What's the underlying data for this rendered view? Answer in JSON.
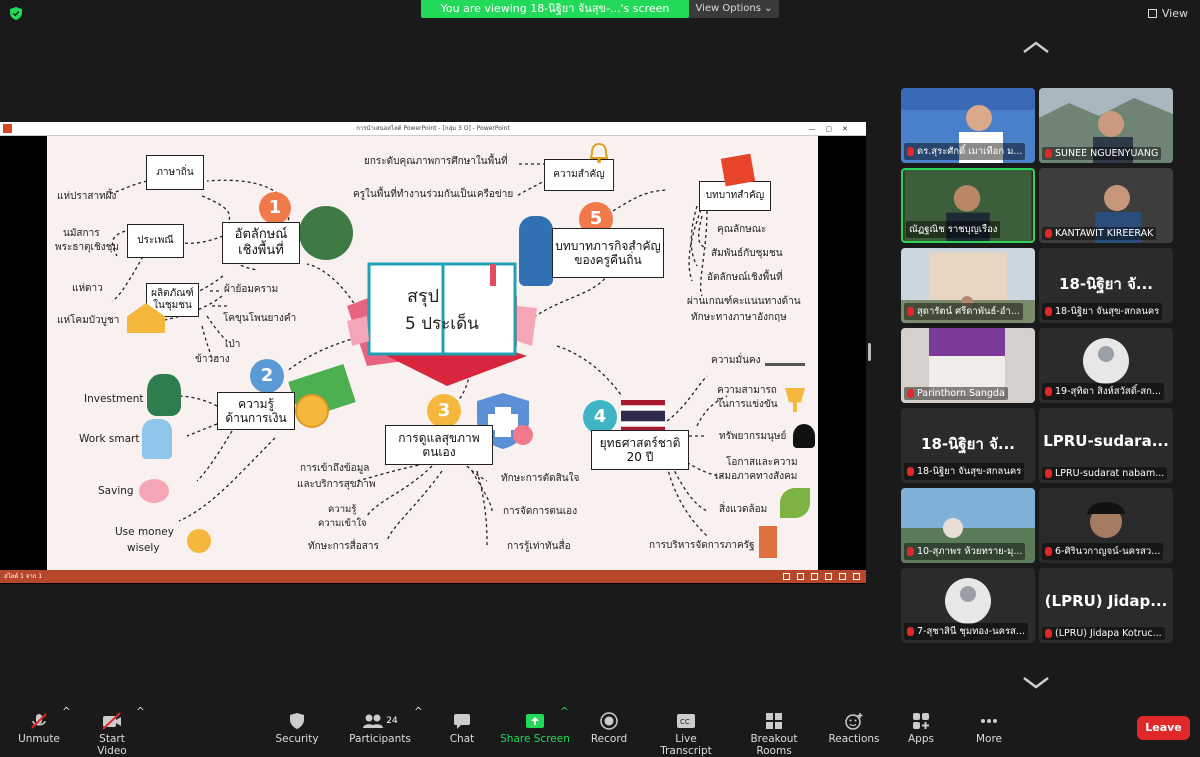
{
  "top": {
    "banner": "You are viewing 18-นิฐิยา จันสุข-...'s screen",
    "view_options": "View Options ⌄",
    "view": "View"
  },
  "ppt": {
    "title": "การนำเสนอสไลด์ PowerPoint - [กลุ่ม 3 O] - PowerPoint",
    "status": "สไลด์ 1 จาก 1"
  },
  "slide": {
    "center_title": "สรุป",
    "center_sub": "5 ประเด็น",
    "n1": "1",
    "n2": "2",
    "n3": "3",
    "n4": "4",
    "n5": "5",
    "b1": [
      "อัตลักษณ์",
      "เชิงพื้นที่"
    ],
    "b2": [
      "ความรู้",
      "ด้านการเงิน"
    ],
    "b3": [
      "การดูแลสุขภาพ",
      "ตนเอง"
    ],
    "b4": [
      "ยุทธศาสตร์ชาติ",
      "20 ปี"
    ],
    "b5": [
      "บทบาทภารกิจสำคัญ",
      "ของครูคืนถิ่น"
    ],
    "lang": "ภาษาถิ่น",
    "tradition": "ประเพณี",
    "products": [
      "ผลิตภัณฑ์",
      "ในชุมชน"
    ],
    "importance": "ความสำคัญ",
    "key_roles": "บทบาทสำคัญ",
    "l_pha_sat": "แห่ปราสาทผึ้ง",
    "l_namatsakan": [
      "นมัสการ",
      "พระธาตุเชิงชุม"
    ],
    "l_kaedao": "แห่ดาว",
    "l_khom": "แห่โคมบัวบูชา",
    "l_pha_yom": "ผ้าย้อมคราม",
    "l_kho": "โคขุนโพนยางคำ",
    "l_pao": "เป่า",
    "l_khao": "ข้าวฮาง",
    "l_yok": "ยกระดับคุณภาพการศึกษาในพื้นที่",
    "l_kru": "ครูในพื้นที่ทำงานร่วมกันเป็นเครือข่าย",
    "l_kun": "คุณลักษณะ",
    "l_sam": "สัมพันธ์กับชุมชน",
    "l_at": "อัตลักษณ์เชิงพื้นที่",
    "l_pan": [
      "ผ่านเกณฑ์คะแนนทางด้าน",
      "ทักษะทางภาษาอังกฤษ"
    ],
    "l_invest": "Investment",
    "l_work": "Work smart",
    "l_saving": "Saving",
    "l_use": [
      "Use money",
      "wisely"
    ],
    "l_access": [
      "การเข้าถึงข้อมูล",
      "และบริการสุขภาพ"
    ],
    "l_know": [
      "ความรู้",
      "ความเข้าใจ"
    ],
    "l_comm": "ทักษะการสื่อสาร",
    "l_decide": "ทักษะการตัดสินใจ",
    "l_self": "การจัดการตนเอง",
    "l_media": "การรู้เท่าทันสื่อ",
    "l_secure": "ความมั่นคง",
    "l_compete": [
      "ความสามารถ",
      "ในการแข่งขัน"
    ],
    "l_human": "ทรัพยากรมนุษย์",
    "l_equal": [
      "โอกาสและความ",
      "เสมอภาคทางสังคม"
    ],
    "l_env": "สิ่งแวดล้อม",
    "l_admin": "การบริหารจัดการภาครัฐ"
  },
  "participants": [
    {
      "name": "ดร.สุระศักดิ์ เมาเทือก ม...",
      "muted": true
    },
    {
      "name": "SUNEE NGUENYUANG",
      "muted": true
    },
    {
      "name": "ณัฏฐณิช ราชบุญเรือง",
      "muted": false
    },
    {
      "name": "KANTAWIT KIREERAK",
      "muted": true
    },
    {
      "name": "สุดารัตน์ ศรีดาพันธ์-อำ...",
      "muted": true
    },
    {
      "name": "18-นิฐิยา จันสุข-สกลนคร",
      "muted": true,
      "big": "18-นิฐิยา จั..."
    },
    {
      "name": "Parinthorn Sangda",
      "muted": true
    },
    {
      "name": "19-สุทิดา สิงห์สวัสดิ์-สก...",
      "muted": true
    },
    {
      "name": "18-นิฐิยา จันสุข-สกลนคร",
      "muted": true,
      "big": "18-นิฐิยา จั..."
    },
    {
      "name": "LPRU-sudarat nabam...",
      "muted": true,
      "big": "LPRU-sudara..."
    },
    {
      "name": "10-สุภาพร ห้วยทราย-มุ...",
      "muted": true
    },
    {
      "name": "6-ศิรินวกาญจน์-นครสว...",
      "muted": true
    },
    {
      "name": "7-สุชาสินี ชุมทอง-นครส...",
      "muted": true
    },
    {
      "name": "(LPRU) Jidapa Kotruc...",
      "muted": true,
      "big": "(LPRU) Jidap..."
    }
  ],
  "toolbar": {
    "unmute": "Unmute",
    "start_video": "Start Video",
    "security": "Security",
    "participants": "Participants",
    "participants_count": "24",
    "chat": "Chat",
    "share_screen": "Share Screen",
    "record": "Record",
    "live_transcript": "Live Transcript",
    "breakout_rooms": "Breakout Rooms",
    "reactions": "Reactions",
    "apps": "Apps",
    "more": "More",
    "leave": "Leave"
  },
  "colors": {
    "green": "#23d959",
    "red": "#e02828",
    "ppt": "#b7472a",
    "slide_bg": "#f9f1ef"
  }
}
